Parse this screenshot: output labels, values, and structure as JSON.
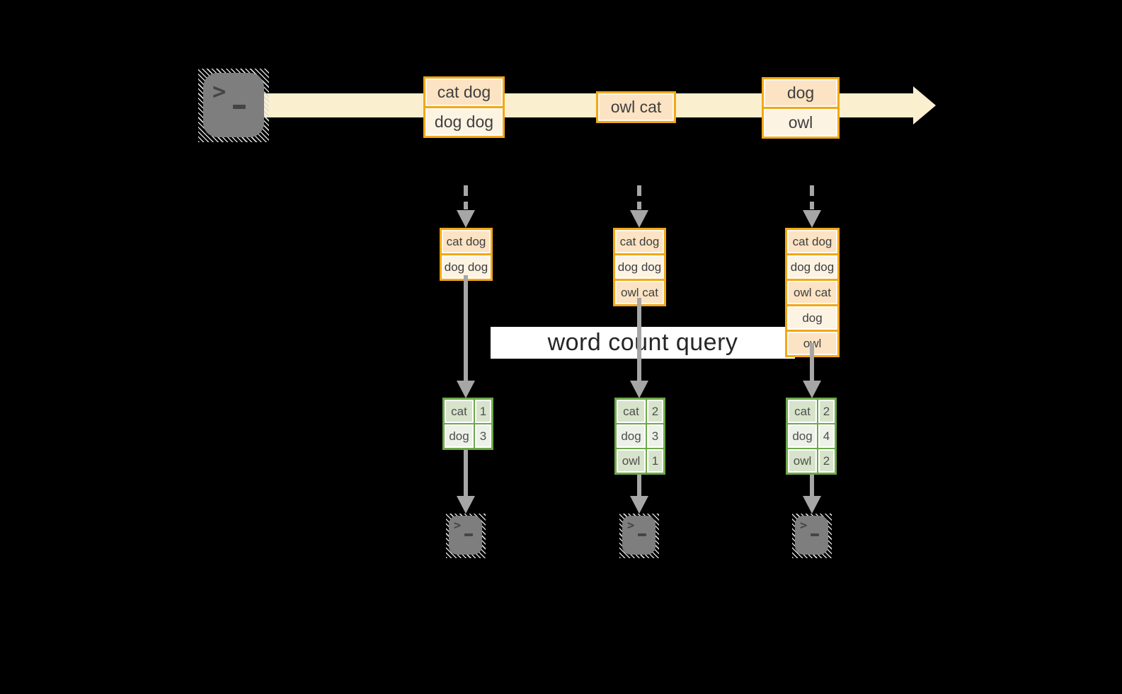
{
  "query_label": "word count query",
  "terminal": {
    "chevron": ">"
  },
  "stream": {
    "records": [
      {
        "lines": [
          "cat dog",
          "dog dog"
        ]
      },
      {
        "lines": [
          "owl cat"
        ]
      },
      {
        "lines": [
          "dog",
          "owl"
        ]
      }
    ]
  },
  "columns": [
    {
      "state": [
        "cat dog",
        "dog dog"
      ],
      "counts": [
        [
          "cat",
          "1"
        ],
        [
          "dog",
          "3"
        ]
      ]
    },
    {
      "state": [
        "cat dog",
        "dog dog",
        "owl cat"
      ],
      "counts": [
        [
          "cat",
          "2"
        ],
        [
          "dog",
          "3"
        ],
        [
          "owl",
          "1"
        ]
      ]
    },
    {
      "state": [
        "cat dog",
        "dog dog",
        "owl cat",
        "dog",
        "owl"
      ],
      "counts": [
        [
          "cat",
          "2"
        ],
        [
          "dog",
          "4"
        ],
        [
          "owl",
          "2"
        ]
      ]
    }
  ],
  "colors": {
    "background": "#000000",
    "stream_band": "#faf0cf",
    "record_border": "#f2a816",
    "record_fill_dark": "#fbe3c3",
    "record_fill_light": "#fdf3e3",
    "table_border": "#6fa84c",
    "table_fill_dark": "#d7e4cb",
    "table_fill_light": "#edf2e8",
    "arrow_gray": "#a6a6a6",
    "terminal_gray": "#7e7e7e",
    "query_band_bg": "#ffffff",
    "text_dark": "#3f3f3f"
  }
}
